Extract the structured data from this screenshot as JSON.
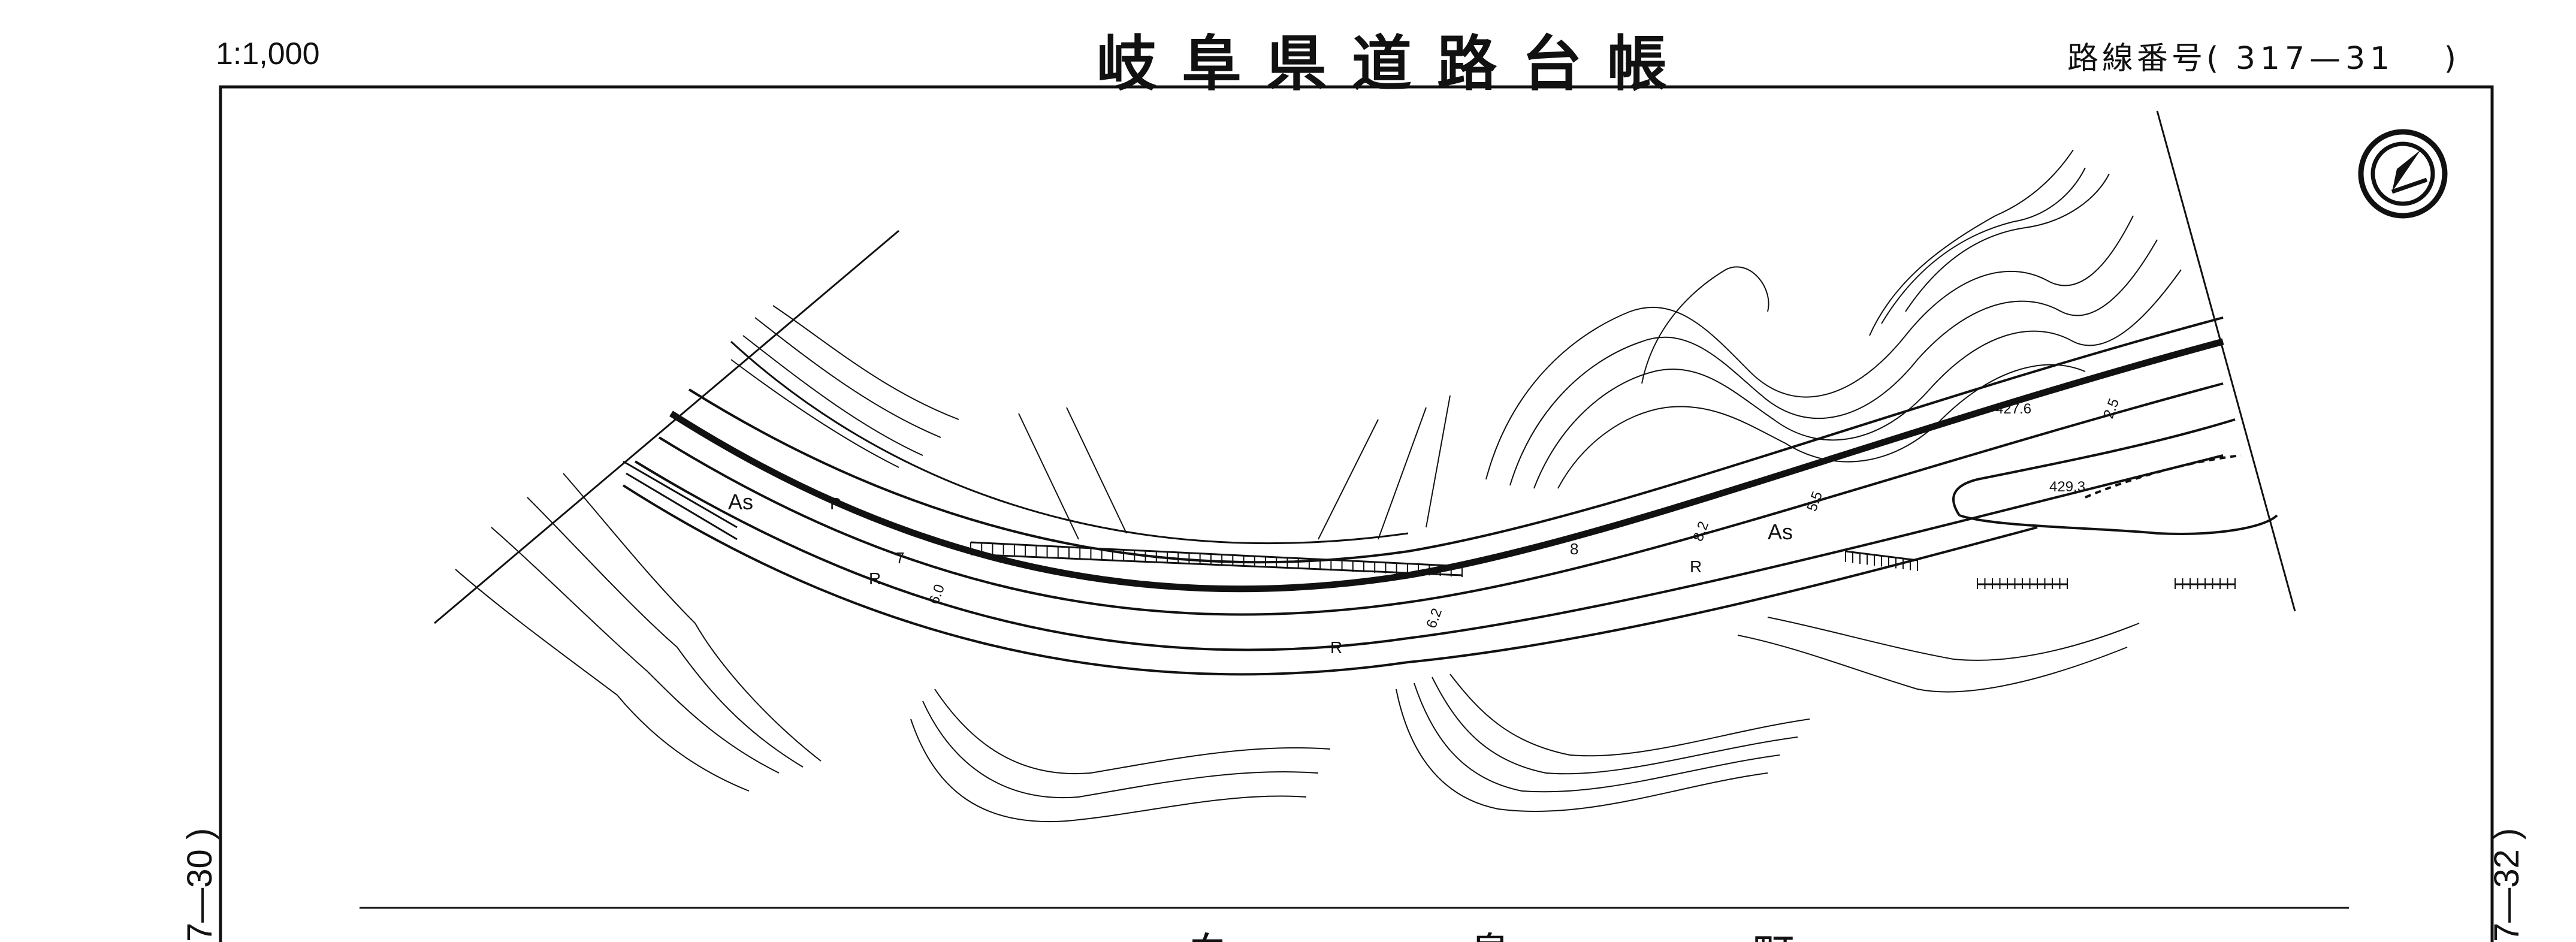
{
  "header": {
    "scale": "1:1,000",
    "title": "岐阜県道路台帳",
    "route_label": "路線番号(",
    "route_number": "317—31",
    "route_close": ")"
  },
  "side_refs": {
    "left": "7—30 )",
    "right": "7—32 )"
  },
  "footer": {
    "text": "白 鳥 町"
  },
  "map": {
    "compass_icon": "north-arrow-icon",
    "labels": {
      "pavement_west": "As",
      "pavement_east": "As",
      "p_mark": "P",
      "r_mark_1": "R",
      "r_mark_2": "R",
      "r_mark_3": "R",
      "width_7": "7",
      "width_60": "6.0",
      "width_62": "6.2",
      "width_8": "8",
      "width_82": "8.2",
      "width_55": "5.5",
      "width_25": "2.5",
      "elev_4276": "427.6",
      "elev_4293": "429.3"
    }
  },
  "colors": {
    "ink": "#111111",
    "paper": "#ffffff"
  }
}
